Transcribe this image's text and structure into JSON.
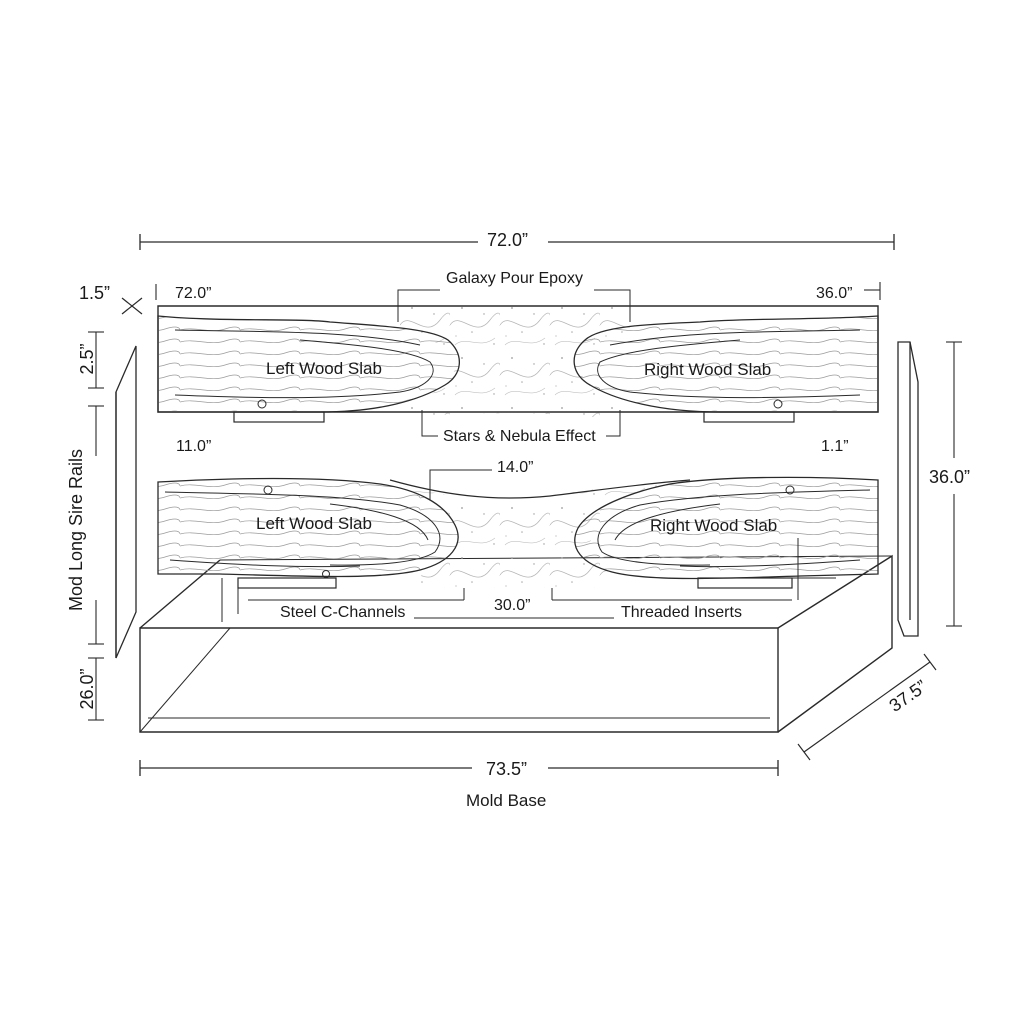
{
  "dimensions": {
    "top_overall": "72.0”",
    "top_inner_left": "72.0”",
    "top_inner_right": "36.0”",
    "thickness": "1.5”",
    "slab_height": "2.5”",
    "left_gap": "11.0”",
    "right_gap": "1.1”",
    "center_width": "14.0”",
    "right_height": "36.0”",
    "channel_span": "30.0”",
    "left_base_height": "26.0”",
    "depth": "37.5”",
    "base_width": "73.5”"
  },
  "labels": {
    "galaxy_pour": "Galaxy Pour Epoxy",
    "stars_nebula": "Stars & Nebula Effect",
    "left_slab_top": "Left Wood Slab",
    "right_slab_top": "Right Wood Slab",
    "left_slab_bottom": "Left Wood Slab",
    "right_slab_bottom": "Right Wood Slab",
    "steel_channels": "Steel C-Channels",
    "threaded_inserts": "Threaded Inserts",
    "side_rails": "Mod Long Sire Rails",
    "mold_base": "Mold Base"
  },
  "colors": {
    "line": "#2a2a2a",
    "grain": "#8a8a8a",
    "epoxy": "#a8a8a8",
    "background": "#ffffff"
  }
}
